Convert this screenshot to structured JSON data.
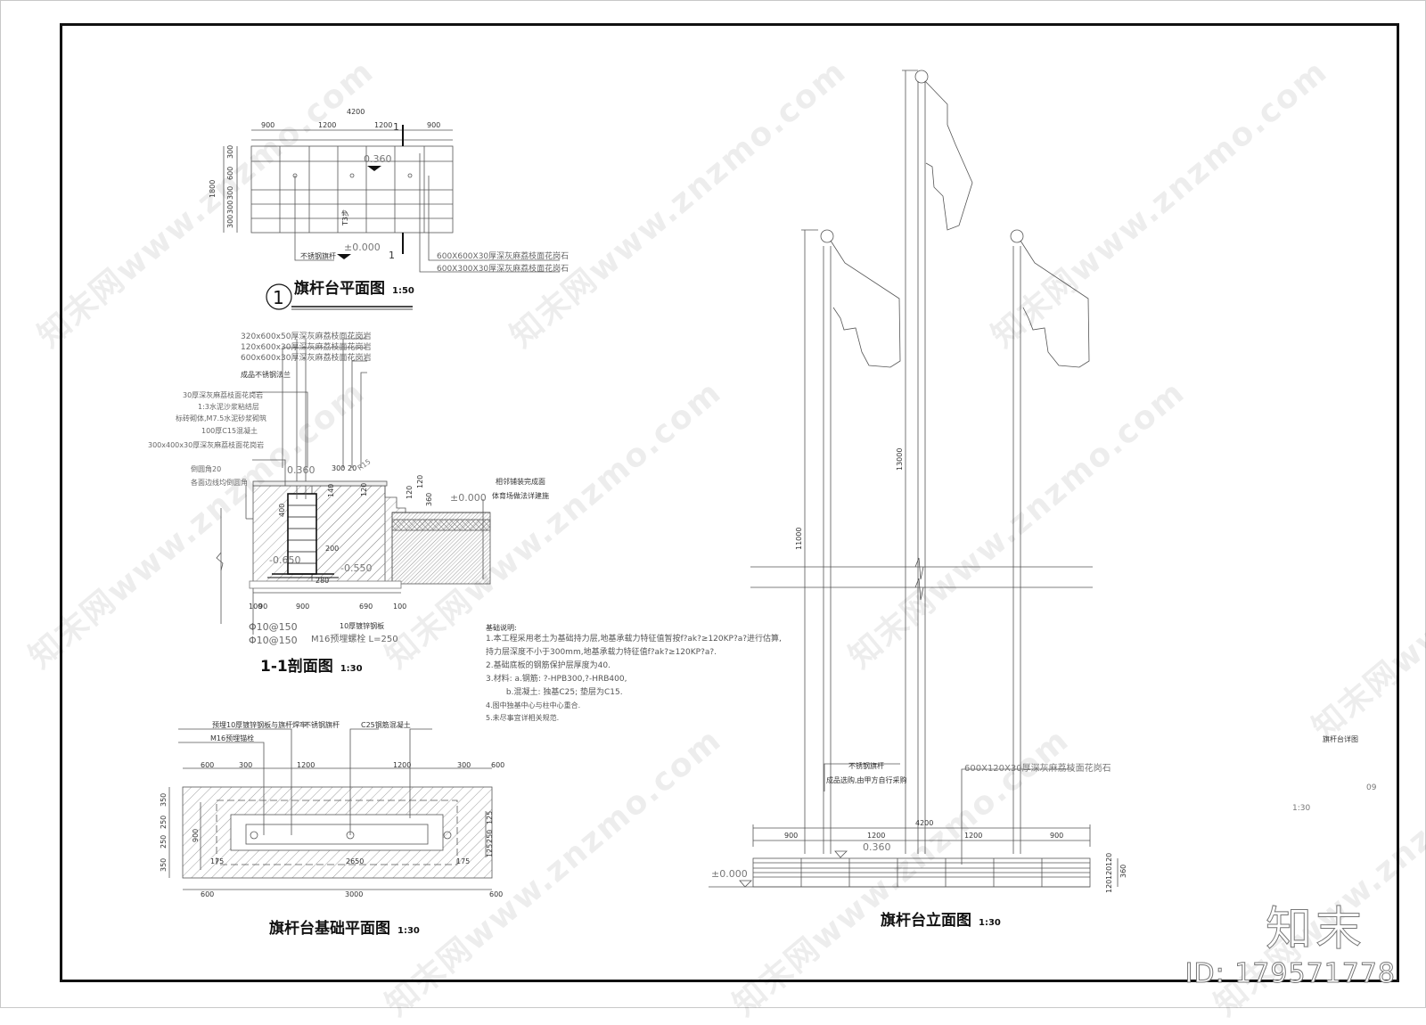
{
  "sheet": {
    "side_label": "旗杆台详图",
    "sheet_no": "09",
    "scale": "1:30",
    "brand": "知末",
    "id_label": "ID: 179571778"
  },
  "watermark": {
    "text": "知末网www.znzmo.com"
  },
  "plan": {
    "number": "1",
    "title": "旗杆台平面图",
    "scale": "1:50",
    "total_width": "4200",
    "widths": [
      "900",
      "1200",
      "1200",
      "900"
    ],
    "total_depth": "1800",
    "depths": [
      "300",
      "600",
      "300",
      "300",
      "300"
    ],
    "elev_top": "0.360",
    "elev_ground": "±0.000",
    "slope": "T3步",
    "section_mark": "1",
    "labels": {
      "pole": "不锈钢旗杆",
      "stone_a": "600X600X30厚深灰麻荔枝面花岗石",
      "stone_b": "600X300X30厚深灰麻荔枝面花岗石"
    }
  },
  "section": {
    "title": "1-1剖面图",
    "scale": "1:30",
    "top_labels": [
      "320x600x50厚深灰麻荔枝面花岗岩",
      "120x600x30厚深灰麻荔枝面花岗岩",
      "600x600x30厚深灰麻荔枝面花岗岩",
      "成品不锈钢法兰"
    ],
    "left_labels": [
      "30厚深灰麻荔枝面花岗岩",
      "1:3水泥沙浆粘结层",
      "标砖砌体,M7.5水泥砂浆砌筑",
      "100厚C15混凝土",
      "300x400x30厚深灰麻荔枝面花岗岩"
    ],
    "chamfer_labels": [
      "倒圆角20",
      "各面边线均倒圆角"
    ],
    "right_labels": [
      "相邻铺装完成面",
      "体育场做法详建施"
    ],
    "dims": {
      "d300": "300",
      "d20": "20",
      "r15": "R15",
      "d140": "140",
      "d120": "120",
      "d120b": "120",
      "d120c": "120",
      "d360": "360",
      "d400": "400",
      "d200": "200",
      "d280": "280",
      "elev_top": "0.360",
      "elev_ground": "±0.000",
      "elev_a": "-0.650",
      "elev_b": "-0.550",
      "bottom": [
        "100",
        "90",
        "900",
        "690",
        "100"
      ]
    },
    "bottom_labels": {
      "rebar1": "Φ10@150",
      "rebar2": "Φ10@150",
      "plate": "10厚镀锌钢板",
      "bolt": "M16预埋螺栓 L=250"
    }
  },
  "notes": {
    "heading": "基础说明:",
    "items": [
      "1.本工程采用老土为基础持力层,地基承载力特征值暂按f?ak?≥120KP?a?进行估算,",
      "  持力层深度不小于300mm,地基承载力特征值f?ak?≥120KP?a?.",
      "2.基础底板的钢筋保护层厚度为40.",
      "3.材料: a.钢筋: ?-HPB300,?-HRB400,",
      "        b.混凝土: 独基C25; 垫层为C15.",
      "4.图中独基中心与柱中心重合.",
      "5.未尽事宜详相关规范."
    ]
  },
  "foundation": {
    "title": "旗杆台基础平面图",
    "scale": "1:30",
    "labels": {
      "plate": "预埋10厚镀锌钢板与旗杆焊牢",
      "bolt": "M16预埋锚栓",
      "pole": "不锈钢旗杆",
      "concrete": "C25钢筋混凝土"
    },
    "top_dims": [
      "600",
      "300",
      "1200",
      "1200",
      "300",
      "600"
    ],
    "bottom_dims": [
      "600",
      "3000",
      "600"
    ],
    "inner_dims": [
      "175",
      "2650",
      "175"
    ],
    "left_dims": [
      "350",
      "250",
      "250",
      "350"
    ],
    "left_total": "900",
    "right_dims": [
      "125",
      "250",
      "125"
    ]
  },
  "elevation": {
    "title": "旗杆台立面图",
    "scale": "1:30",
    "height_tall": "13000",
    "height_short": "11000",
    "total_width": "4200",
    "widths": [
      "900",
      "1200",
      "1200",
      "900"
    ],
    "elev_top": "0.360",
    "elev_ground": "±0.000",
    "right_dims": [
      "120",
      "120",
      "120"
    ],
    "right_total": "360",
    "labels": {
      "pole": "不锈钢旗杆",
      "pole_note": "成品选购,由甲方自行采购",
      "stone": "600X120X30厚深灰麻荔枝面花岗石"
    }
  }
}
